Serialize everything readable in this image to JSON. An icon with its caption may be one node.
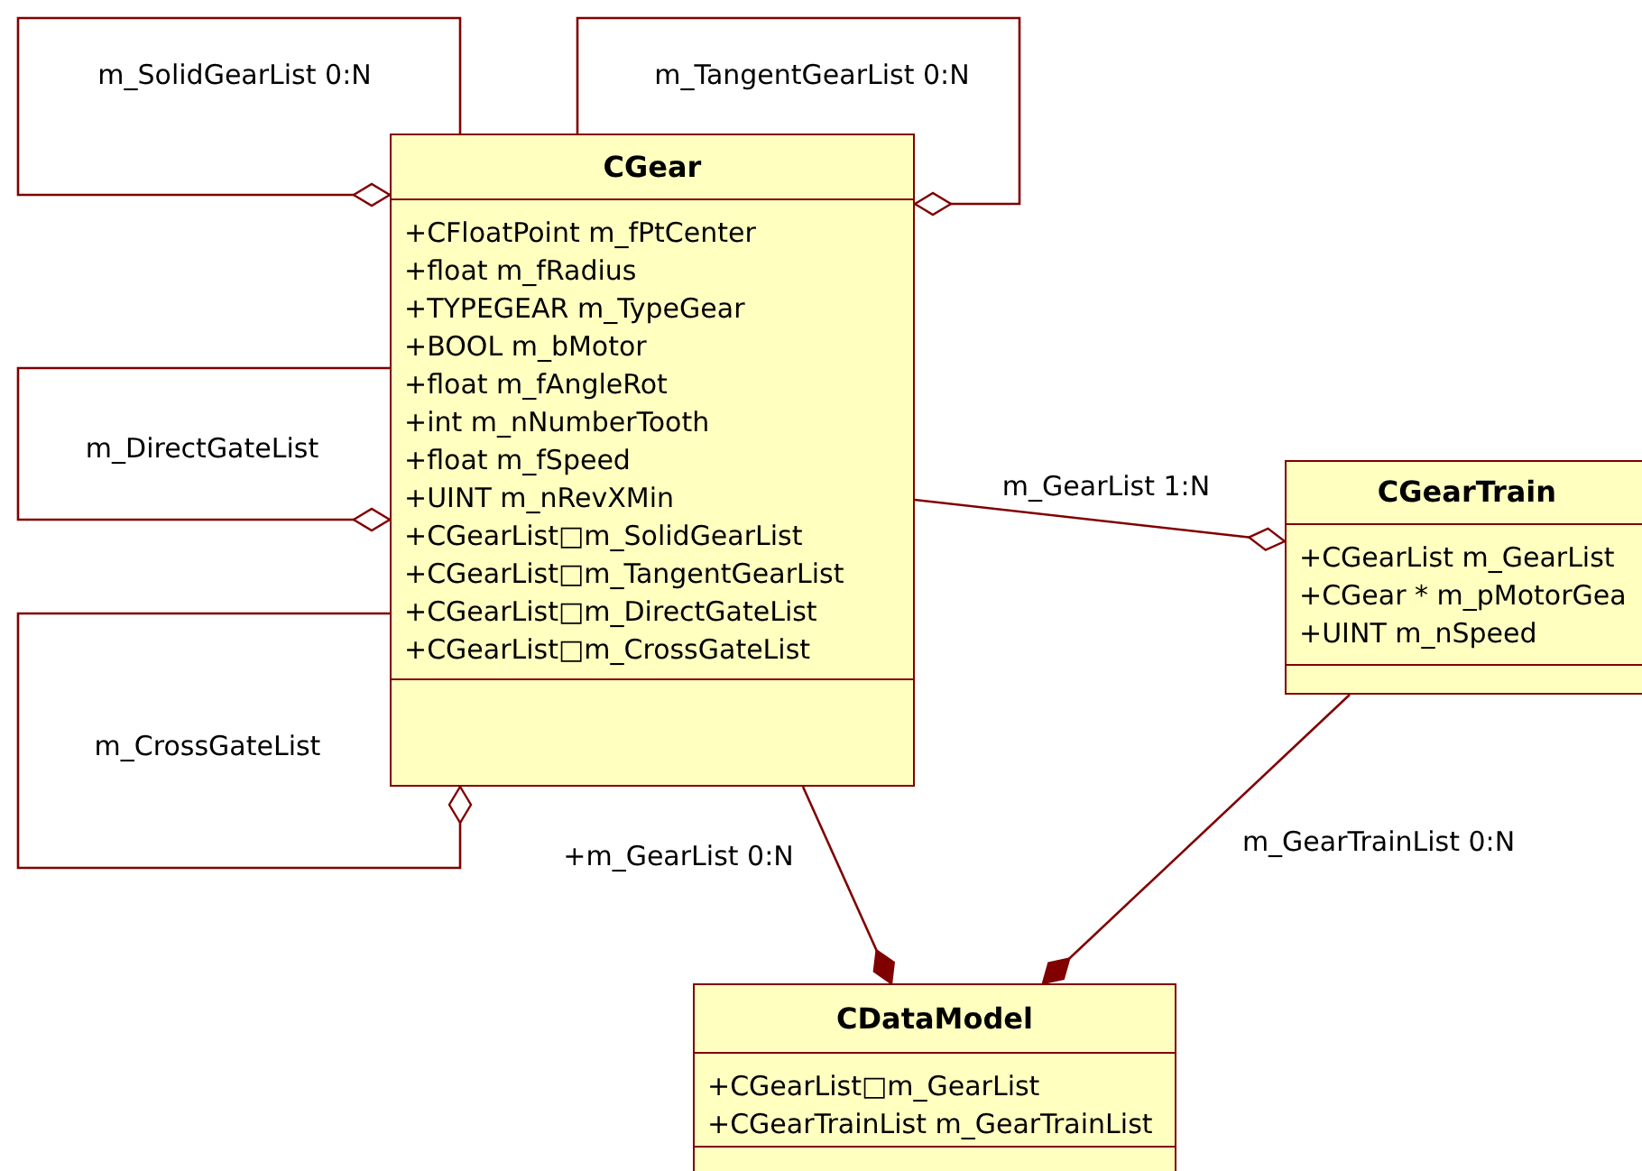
{
  "diagram": {
    "nodes": [
      {
        "text": [
          "CGear",
          "+CFloatPoint m_fPtCenter",
          "+float m_fRadius",
          "+TYPEGEAR m_TypeGear",
          "+BOOL m_bMotor",
          "+float m_fAngleRot",
          "+int m_nNumberTooth",
          "+float m_fSpeed",
          "+UINT m_nRevXMin",
          "+CGearList□m_SolidGearList",
          "+CGearList□m_TangentGearList",
          "+CGearList□m_DirectGateList",
          "+CGearList□m_CrossGateList"
        ]
      },
      {
        "text": [
          "CGearTrain",
          "+CGearList m_GearList",
          "+CGear * m_pMotorGea",
          "+UINT m_nSpeed"
        ]
      },
      {
        "text": [
          "CDataModel",
          "+CGearList□m_GearList",
          "+CGearTrainList m_GearTrainList"
        ]
      }
    ],
    "edges": [
      {
        "from": 0,
        "to": 0,
        "arrow": "other",
        "label": "m_SolidGearList 0:N"
      },
      {
        "from": 0,
        "to": 0,
        "arrow": "other",
        "label": "m_TangentGearList 0:N"
      },
      {
        "from": 0,
        "to": 0,
        "arrow": "other",
        "label": "m_DirectGateList"
      },
      {
        "from": 0,
        "to": 0,
        "arrow": "other",
        "label": "m_CrossGateList"
      },
      {
        "from": 1,
        "to": 0,
        "arrow": "other",
        "label": "m_GearList 1:N"
      },
      {
        "from": 2,
        "to": 0,
        "arrow": "other",
        "label": "+m_GearList 0:N"
      },
      {
        "from": 2,
        "to": 1,
        "arrow": "other",
        "label": "m_GearTrainList 0:N"
      }
    ]
  }
}
